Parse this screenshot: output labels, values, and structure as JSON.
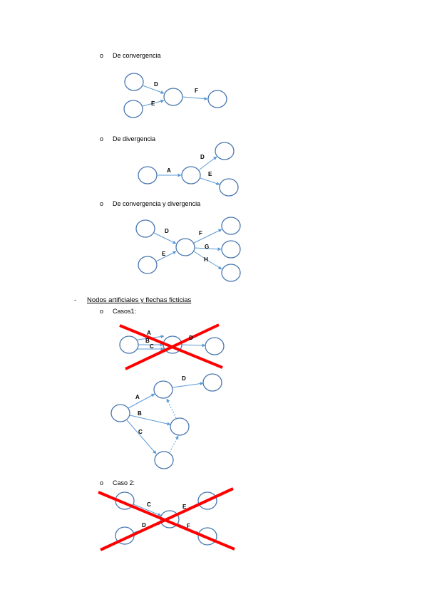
{
  "sections": {
    "convergence": {
      "marker": "o",
      "label": "De convergencia"
    },
    "divergence": {
      "marker": "o",
      "label": "De divergencia"
    },
    "conv_div": {
      "marker": "o",
      "label": "De convergencia y divergencia"
    },
    "artificial": {
      "marker": "-",
      "label": "Nodos artificiales y flechas ficticias"
    },
    "case1": {
      "marker": "o",
      "label": "Casos1:"
    },
    "case2": {
      "marker": "o",
      "label": "Caso 2:"
    }
  },
  "arrow_labels": {
    "conv": [
      "D",
      "E",
      "F"
    ],
    "div": [
      "A",
      "D",
      "E"
    ],
    "cd": [
      "D",
      "E",
      "F",
      "G",
      "H"
    ],
    "c1_crossed": [
      "A",
      "B",
      "C",
      "D"
    ],
    "c1": [
      "A",
      "B",
      "C",
      "D"
    ],
    "c2": [
      "C",
      "D",
      "E",
      "F"
    ]
  },
  "colors": {
    "node_stroke": "#4a78b0",
    "arrow": "#5b9bd5",
    "cross": "#ff0000"
  }
}
